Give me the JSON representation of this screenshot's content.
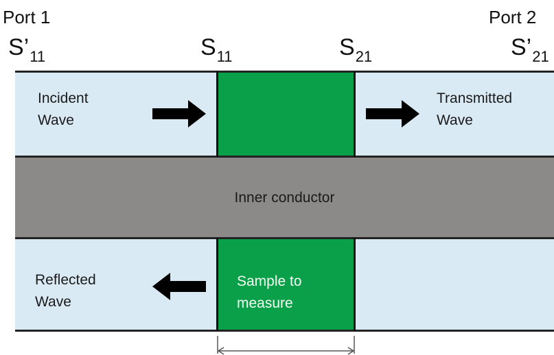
{
  "labels": {
    "port1": "Port 1",
    "port2": "Port 2",
    "s11_prime": {
      "base": "S’",
      "sub": "11"
    },
    "s11": {
      "base": "S",
      "sub": "11"
    },
    "s21": {
      "base": "S",
      "sub": "21"
    },
    "s21_prime": {
      "base": "S’",
      "sub": "21"
    }
  },
  "waves": {
    "incident": [
      "Incident",
      "Wave"
    ],
    "transmitted": [
      "Transmitted",
      "Wave"
    ],
    "reflected": [
      "Reflected",
      "Wave"
    ]
  },
  "inner_conductor": "Inner conductor",
  "sample": [
    "Sample to",
    "measure"
  ],
  "colors": {
    "dielectric": "#daeaf4",
    "sample": "#0aa04a",
    "conductor": "#8c8a89",
    "arrow": "#000000"
  }
}
